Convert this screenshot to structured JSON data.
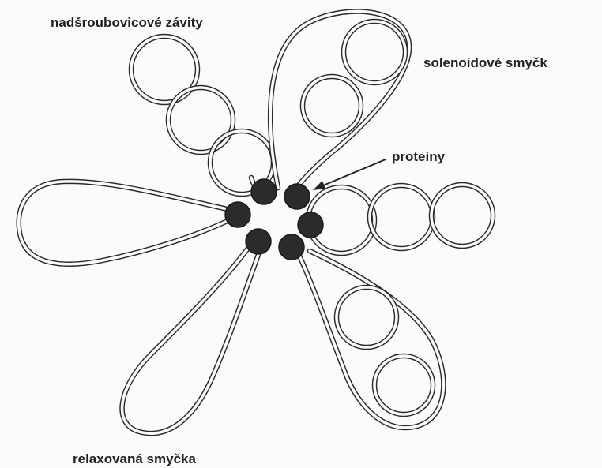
{
  "labels": {
    "supercoils": "nadšroubovicové závity",
    "solenoid_loop": "solenoidové smyčk",
    "proteins": "proteiny",
    "relaxed_loop": "relaxovaná smyčka"
  },
  "colors": {
    "line": "#2a2a2a",
    "protein_fill": "#2b2b2b",
    "background": "#fbfbfb"
  },
  "icons": {
    "arrow": "arrow-pointing-to-proteins"
  }
}
